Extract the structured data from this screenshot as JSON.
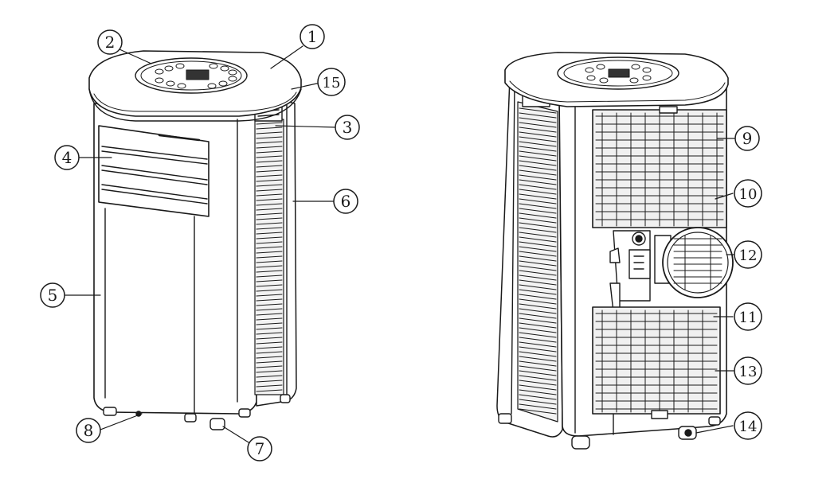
{
  "callouts": [
    {
      "id": "c1",
      "label": "1"
    },
    {
      "id": "c2",
      "label": "2"
    },
    {
      "id": "c3",
      "label": "3"
    },
    {
      "id": "c4",
      "label": "4"
    },
    {
      "id": "c5",
      "label": "5"
    },
    {
      "id": "c6",
      "label": "6"
    },
    {
      "id": "c7",
      "label": "7"
    },
    {
      "id": "c8",
      "label": "8"
    },
    {
      "id": "c9",
      "label": "9"
    },
    {
      "id": "c10",
      "label": "10"
    },
    {
      "id": "c11",
      "label": "11"
    },
    {
      "id": "c12",
      "label": "12"
    },
    {
      "id": "c13",
      "label": "13"
    },
    {
      "id": "c14",
      "label": "14"
    },
    {
      "id": "c15",
      "label": "15"
    }
  ],
  "colors": {
    "line": "#1a1a1a",
    "fill": "#ffffff",
    "shade": "#e9e9e9"
  }
}
